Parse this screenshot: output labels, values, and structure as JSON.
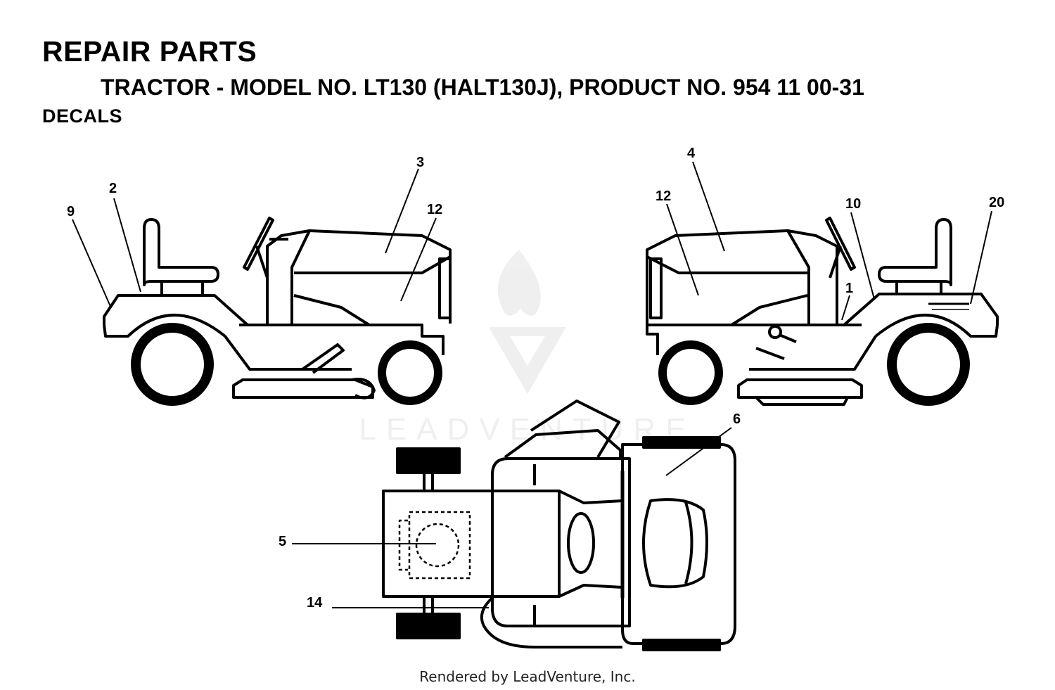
{
  "header": {
    "title": "REPAIR PARTS",
    "subtitle": "TRACTOR - MODEL NO. LT130 (HALT130J), PRODUCT NO. 954 11 00-31",
    "section": "DECALS"
  },
  "callouts": {
    "c1": "1",
    "c2": "2",
    "c3": "3",
    "c4": "4",
    "c5": "5",
    "c6": "6",
    "c9": "9",
    "c10": "10",
    "c12a": "12",
    "c12b": "12",
    "c14": "14",
    "c20": "20"
  },
  "watermark": {
    "text": "LEADVENTURE"
  },
  "footer": {
    "text": "Rendered by LeadVenture, Inc."
  }
}
